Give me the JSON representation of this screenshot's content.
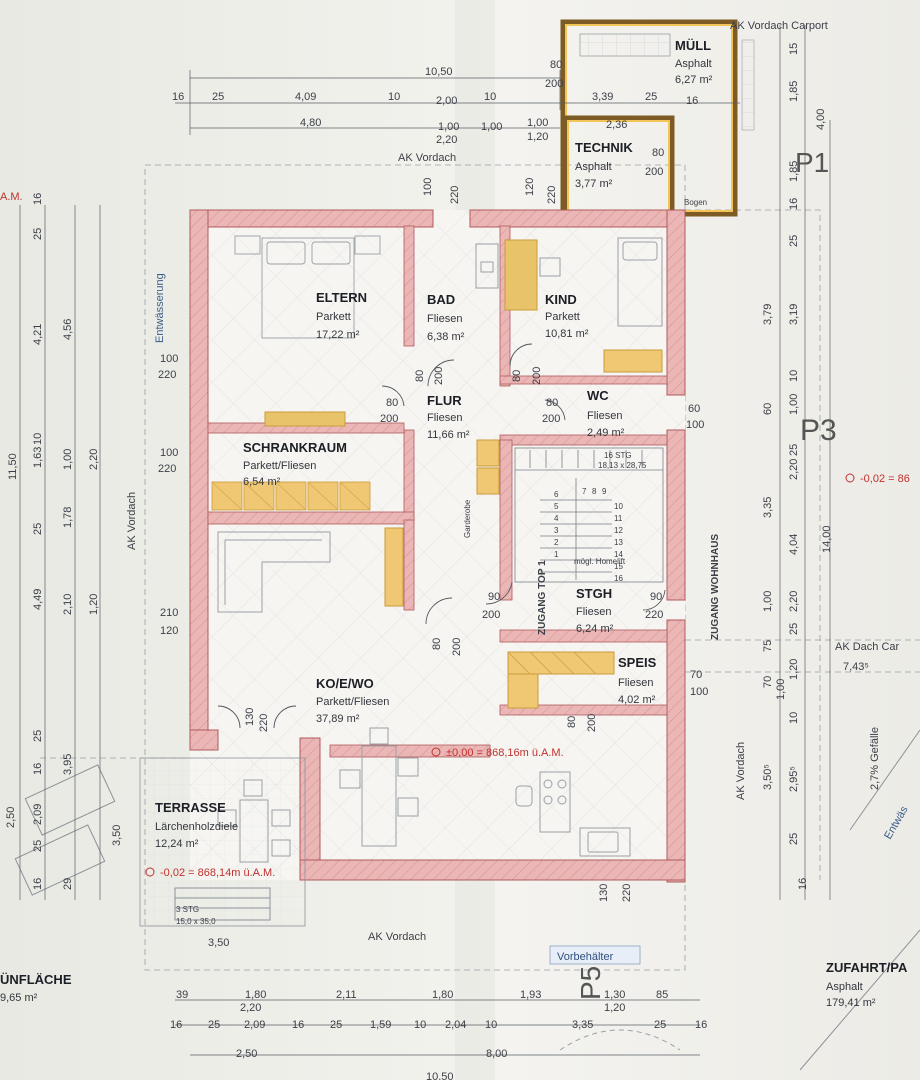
{
  "rooms": {
    "muell": {
      "name": "MÜLL",
      "floor": "Asphalt",
      "area": "6,27 m²"
    },
    "technik": {
      "name": "TECHNIK",
      "floor": "Asphalt",
      "area": "3,77 m²"
    },
    "eltern": {
      "name": "ELTERN",
      "floor": "Parkett",
      "area": "17,22 m²"
    },
    "bad": {
      "name": "BAD",
      "floor": "Fliesen",
      "area": "6,38 m²"
    },
    "kind": {
      "name": "KIND",
      "floor": "Parkett",
      "area": "10,81 m²"
    },
    "flur": {
      "name": "FLUR",
      "floor": "Fliesen",
      "area": "11,66 m²"
    },
    "wc": {
      "name": "WC",
      "floor": "Fliesen",
      "area": "2,49 m²"
    },
    "schrankraum": {
      "name": "SCHRANKRAUM",
      "floor": "Parkett/Fliesen",
      "area": "6,54 m²"
    },
    "stgh": {
      "name": "STGH",
      "floor": "Fliesen",
      "area": "6,24 m²"
    },
    "speis": {
      "name": "SPEIS",
      "floor": "Fliesen",
      "area": "4,02 m²"
    },
    "koewo": {
      "name": "KO/E/WO",
      "floor": "Parkett/Fliesen",
      "area": "37,89 m²"
    },
    "terrasse": {
      "name": "TERRASSE",
      "floor": "Lärchenholzdiele",
      "area": "12,24 m²"
    },
    "zufahrt": {
      "name": "ZUFAHRT/PA",
      "floor": "Asphalt",
      "area": "179,41 m²"
    },
    "gruen": {
      "name": "ÜNFLÄCHE",
      "area": "9,65 m²"
    }
  },
  "labels": {
    "ak_vordach_carport": "AK Vordach Carport",
    "ak_vordach": "AK Vordach",
    "ak_dach_carport": "AK Dach Car",
    "entwaesserung": "Entwässerung",
    "entwaesserung2": "Entwäs",
    "garderobe": "Garderobe",
    "zugang_top1": "ZUGANG TOP 1",
    "zugang_wohnhaus": "ZUGANG WOHNHAUS",
    "homelift": "mögl. Homelift",
    "stairs_info": "16 STG",
    "stairs_dim": "18,13 x 28,75",
    "terrace_steps": "3 STG",
    "terrace_steps_dim": "15,0 x 35,0",
    "vorbehaelter": "Vorbehälter",
    "bogen": "Bogen",
    "gefaelle": "2,7% Gefälle",
    "p1": "P1",
    "p3": "P3",
    "p5": "P5",
    "am": "A.M."
  },
  "elevations": {
    "main": "±0,00 = 868,16m ü.A.M.",
    "terrace": "-0,02 = 868,14m ü.A.M.",
    "right": "-0,02 = 86"
  },
  "dims_top": {
    "d1050": "10,50",
    "d16": "16",
    "d25a": "25",
    "d409": "4,09",
    "d10a": "10",
    "d200": "2,00",
    "d10b": "10",
    "d339": "3,39",
    "d25b": "25",
    "d16b": "16",
    "d480": "4,80",
    "d100a": "1,00",
    "d100b": "1,00",
    "d100c": "1,00",
    "d220": "2,20",
    "d120": "1,20",
    "d236": "2,36"
  },
  "dims_bottom": {
    "b39": "39",
    "b180a": "1,80",
    "b211": "2,11",
    "b180b": "1,80",
    "b193": "1,93",
    "b130": "1,30",
    "b85": "85",
    "b220": "2,20",
    "b120": "1,20",
    "b16a": "16",
    "b25a": "25",
    "b209": "2,09",
    "b16b": "16",
    "b25b": "25",
    "b159": "1,59",
    "b10a": "10",
    "b204": "2,04",
    "b10b": "10",
    "b335": "3,35",
    "b25c": "25",
    "b16c": "16",
    "b250": "2,50",
    "b800": "8,00",
    "b1050": "10,50",
    "b350": "3,50"
  },
  "dims_left": {
    "l1150": "11,50",
    "l421": "4,21",
    "l456": "4,56",
    "l163": "1,63",
    "l10": "10",
    "l100": "1,00",
    "l220": "2,20",
    "l178": "1,78",
    "l25a": "25",
    "l25b": "25",
    "l449": "4,49",
    "l210": "2,10",
    "l120": "1,20",
    "l395": "3,95",
    "l16": "16",
    "l209": "2,09",
    "l250": "2,50",
    "l25c": "25",
    "l350": "3,50",
    "l29": "29",
    "l16b": "16",
    "l25d": "25",
    "l16c": "16"
  },
  "dims_right": {
    "r185": "1,85",
    "r15": "15",
    "r400": "4,00",
    "r185b": "1,85",
    "r16": "16",
    "r379": "3,79",
    "r319": "3,19",
    "r25": "25",
    "r10": "10",
    "r100": "1,00",
    "r60": "60",
    "r335": "3,35",
    "r220": "2,20",
    "r25b": "25",
    "r404": "4,04",
    "r1400": "14,00",
    "r100b": "1,00",
    "r220b": "2,20",
    "r25c": "25",
    "r75": "75",
    "r120": "1,20",
    "r70": "70",
    "r743": "7,43⁵",
    "r350": "3,50⁵",
    "r295": "2,95⁵",
    "r10b": "10",
    "r25d": "25",
    "r16b": "16",
    "r100c": "1,00"
  },
  "doors": {
    "d80_200": [
      "80",
      "200"
    ],
    "d100_220": [
      "100",
      "220"
    ],
    "d90_200": [
      "90",
      "200"
    ],
    "d90_220": [
      "90",
      "220"
    ],
    "d60_100": [
      "60",
      "100"
    ],
    "d70_100": [
      "70",
      "100"
    ],
    "d210_120": [
      "210",
      "120"
    ],
    "d130_220": [
      "130",
      "220"
    ],
    "d120_220": [
      "120",
      "220"
    ]
  },
  "stair_numbers": [
    "1",
    "2",
    "3",
    "4",
    "5",
    "6",
    "7",
    "8",
    "9",
    "10",
    "11",
    "12",
    "13",
    "14",
    "15",
    "16"
  ]
}
